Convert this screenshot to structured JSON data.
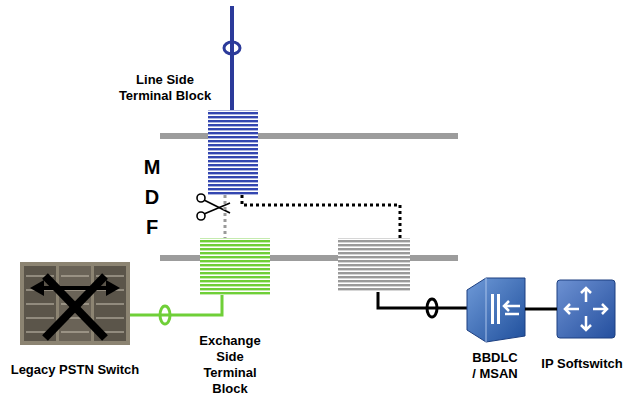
{
  "diagram": {
    "nodes": [
      {
        "text": [
          "Line Side Terminal Block"
        ]
      },
      {
        "text": [
          "Exchange Side Terminal Block"
        ]
      },
      {
        "text": [
          "Legacy PSTN Switch"
        ]
      },
      {
        "text": [
          "BBDLC / MSAN"
        ]
      },
      {
        "text": [
          "IP Softswitch"
        ]
      }
    ],
    "edges": [
      {
        "from": 0,
        "to": 1,
        "arrow": "none"
      },
      {
        "from": 1,
        "to": 2,
        "arrow": "none"
      },
      {
        "from": 3,
        "to": 4,
        "arrow": "none"
      }
    ],
    "labels": [
      "M",
      "D",
      "F"
    ]
  }
}
